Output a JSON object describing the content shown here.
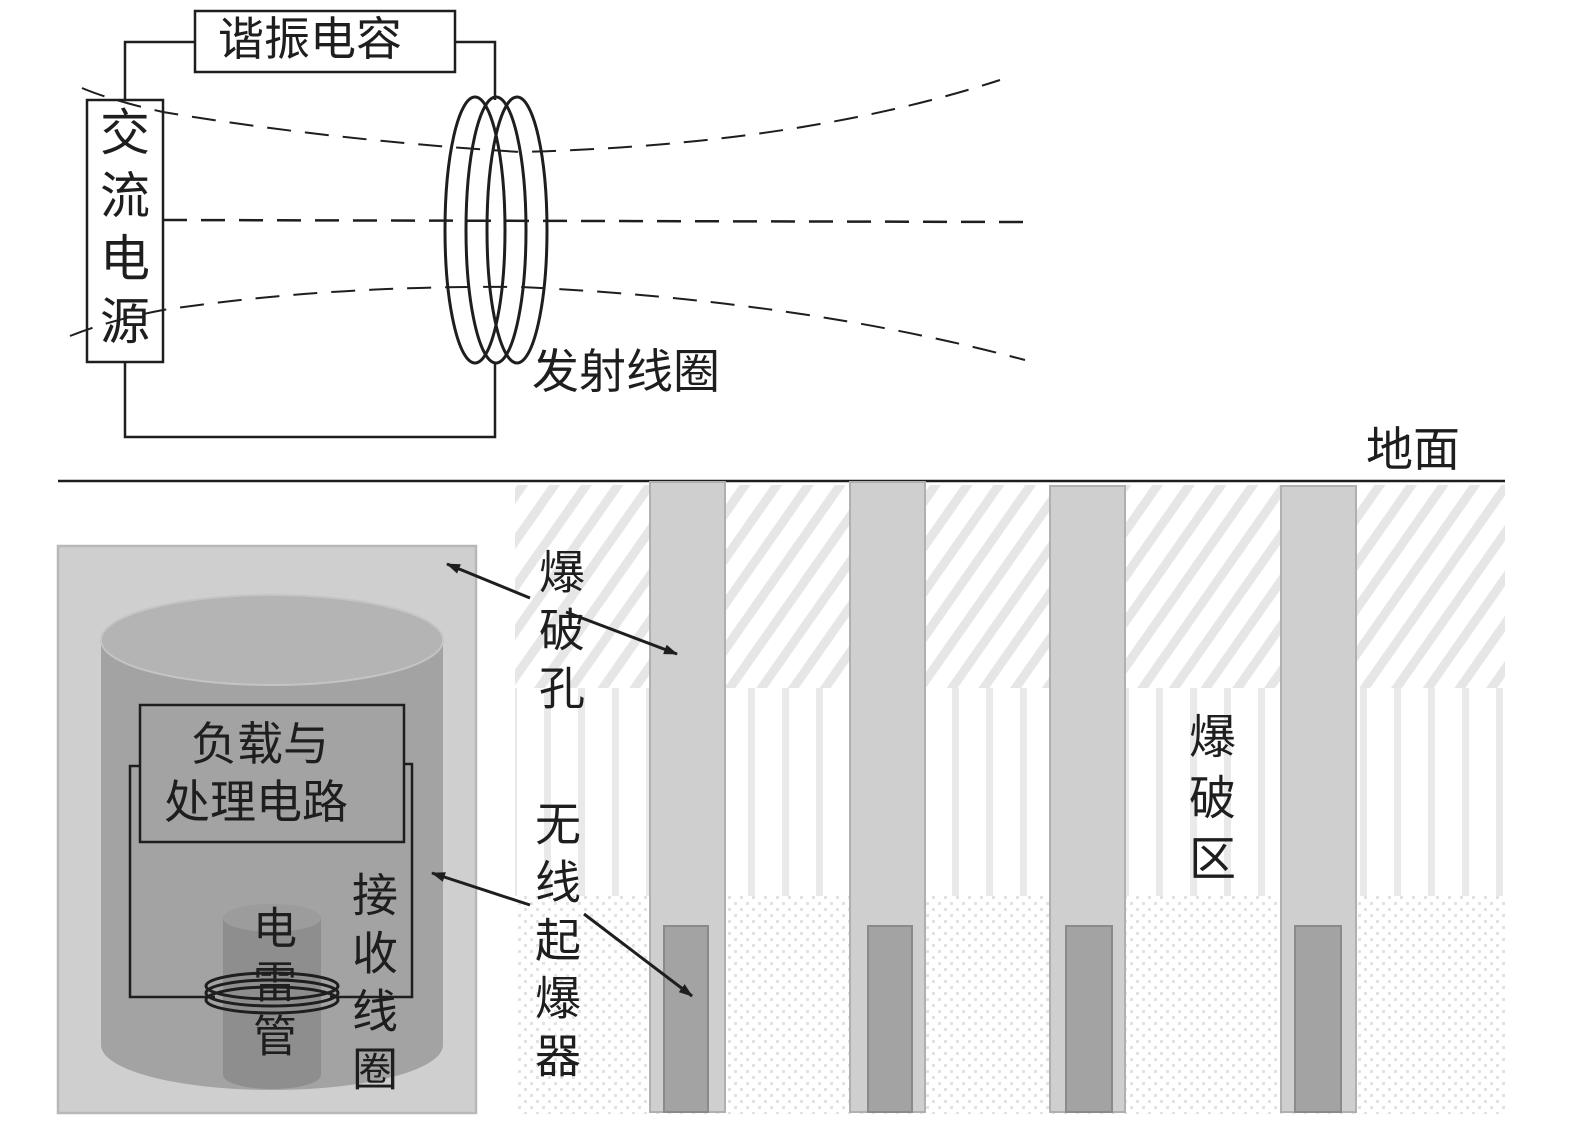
{
  "labels": {
    "resonant_capacitor": "谐振电容",
    "ac_power_source": "交流电源",
    "transmit_coil": "发射线圈",
    "ground_surface": "地面",
    "blast_hole": "爆破孔",
    "wireless_detonator": "无线起爆器",
    "blast_zone": "爆破区",
    "load_processing_circuit_line1": "负载与",
    "load_processing_circuit_line2": "处理电路",
    "detonator": "电雷管",
    "receive_coil": "接收线圈"
  },
  "colors": {
    "line": "#1e1e1e",
    "hole_fill": "#cfcfcf",
    "charge_fill": "#a3a3a3",
    "box_fill": "#cfcfcf",
    "cylinder_fill": "#a3a3a3",
    "hatch": "#e6e6e6"
  }
}
